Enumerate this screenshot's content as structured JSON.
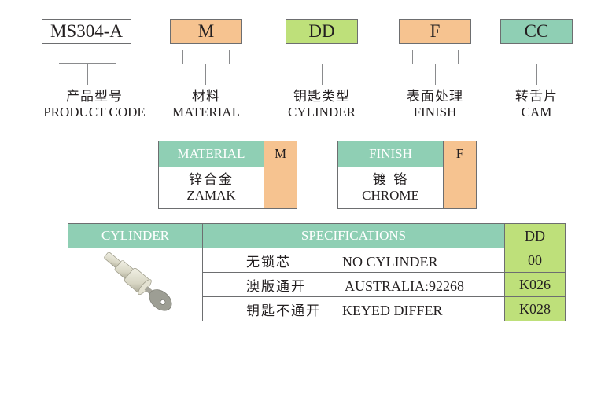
{
  "code_parts": [
    {
      "code": "MS304-A",
      "label_cn": "产品型号",
      "label_en": "PRODUCT CODE",
      "color": "#ffffff"
    },
    {
      "code": "M",
      "label_cn": "材料",
      "label_en": "MATERIAL",
      "color": "#f6c390"
    },
    {
      "code": "DD",
      "label_cn": "钥匙类型",
      "label_en": "CYLINDER",
      "color": "#bee07a"
    },
    {
      "code": "F",
      "label_cn": "表面处理",
      "label_en": "FINISH",
      "color": "#f6c390"
    },
    {
      "code": "CC",
      "label_cn": "转舌片",
      "label_en": "CAM",
      "color": "#8fcfb4"
    }
  ],
  "material_table": {
    "header": "MATERIAL",
    "code": "M",
    "value_cn": "锌合金",
    "value_en": "ZAMAK"
  },
  "finish_table": {
    "header": "FINISH",
    "code": "F",
    "value_cn": "镀 铬",
    "value_en": "CHROME"
  },
  "cylinder_table": {
    "header_image": "CYLINDER",
    "header_spec": "SPECIFICATIONS",
    "header_code": "DD",
    "image_icon": "lock-cylinder-with-key",
    "rows": [
      {
        "cn": "无锁芯",
        "en": "NO CYLINDER",
        "code": "00"
      },
      {
        "cn": "澳版通开",
        "en": "AUSTRALIA:92268",
        "code": "K026"
      },
      {
        "cn": "钥匙不通开",
        "en": "KEYED DIFFER",
        "code": "K028"
      }
    ]
  },
  "colors": {
    "teal": "#8fcfb4",
    "orange": "#f6c390",
    "green": "#bee07a",
    "border": "#6d6e70"
  }
}
